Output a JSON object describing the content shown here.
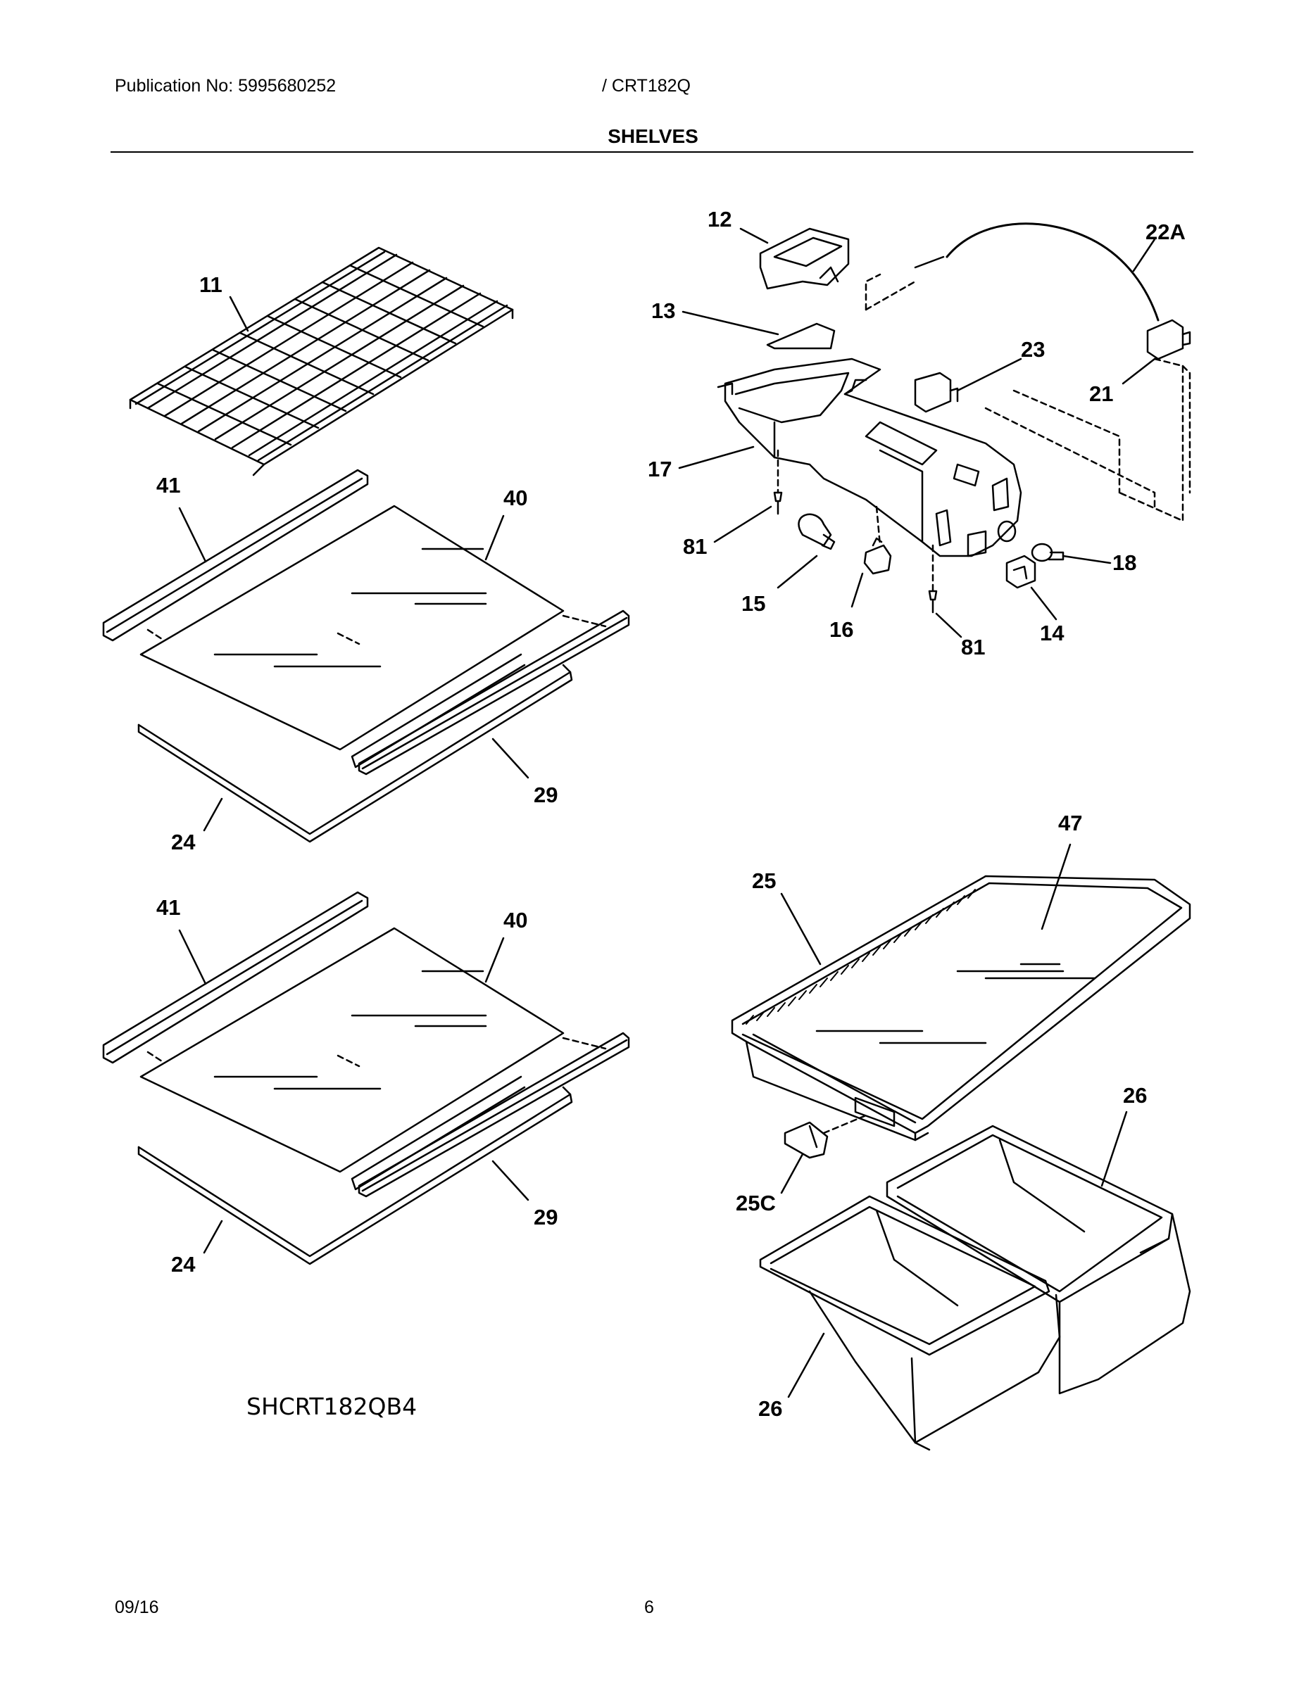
{
  "header": {
    "publication": "Publication No: 5995680252",
    "model": "/ CRT182Q",
    "section_title": "SHELVES"
  },
  "diagram": {
    "code": "SHCRT182QB4",
    "callouts": {
      "c11": "11",
      "c41a": "41",
      "c40a": "40",
      "c29a": "29",
      "c24a": "24",
      "c41b": "41",
      "c40b": "40",
      "c29b": "29",
      "c24b": "24",
      "c12": "12",
      "c13": "13",
      "c22a": "22A",
      "c23": "23",
      "c21": "21",
      "c17": "17",
      "c81a": "81",
      "c15": "15",
      "c16": "16",
      "c81b": "81",
      "c14": "14",
      "c18": "18",
      "c47": "47",
      "c25": "25",
      "c26a": "26",
      "c25c": "25C",
      "c26b": "26"
    }
  },
  "footer": {
    "date": "09/16",
    "page_number": "6"
  }
}
